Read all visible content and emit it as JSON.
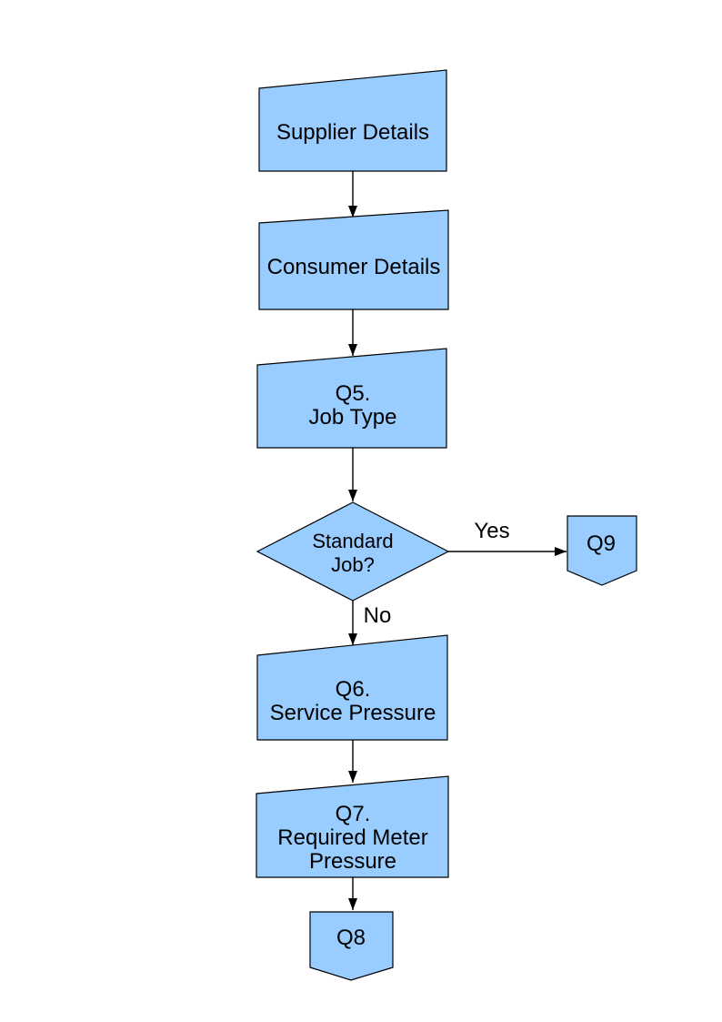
{
  "colors": {
    "shape_fill": "#99CCFF",
    "shape_stroke": "#000000",
    "arrow": "#000000",
    "text": "#000000",
    "background": "#FFFFFF"
  },
  "flowchart": {
    "nodes": [
      {
        "id": "supplier-details",
        "shape": "manual-input",
        "label": "Supplier Details"
      },
      {
        "id": "consumer-details",
        "shape": "manual-input",
        "label": "Consumer Details"
      },
      {
        "id": "q5-job-type",
        "shape": "manual-input",
        "label": "Q5.\nJob Type"
      },
      {
        "id": "standard-job-decision",
        "shape": "decision",
        "label": "Standard\nJob?"
      },
      {
        "id": "q9-connector",
        "shape": "off-page-connector",
        "label": "Q9"
      },
      {
        "id": "q6-service-pressure",
        "shape": "manual-input",
        "label": "Q6.\nService Pressure"
      },
      {
        "id": "q7-required-meter-pressure",
        "shape": "manual-input",
        "label": "Q7.\nRequired Meter\nPressure"
      },
      {
        "id": "q8-connector",
        "shape": "off-page-connector",
        "label": "Q8"
      }
    ],
    "edges": [
      {
        "from": "supplier-details",
        "to": "consumer-details",
        "label": ""
      },
      {
        "from": "consumer-details",
        "to": "q5-job-type",
        "label": ""
      },
      {
        "from": "q5-job-type",
        "to": "standard-job-decision",
        "label": ""
      },
      {
        "from": "standard-job-decision",
        "to": "q9-connector",
        "label": "Yes"
      },
      {
        "from": "standard-job-decision",
        "to": "q6-service-pressure",
        "label": "No"
      },
      {
        "from": "q6-service-pressure",
        "to": "q7-required-meter-pressure",
        "label": ""
      },
      {
        "from": "q7-required-meter-pressure",
        "to": "q8-connector",
        "label": ""
      }
    ]
  }
}
